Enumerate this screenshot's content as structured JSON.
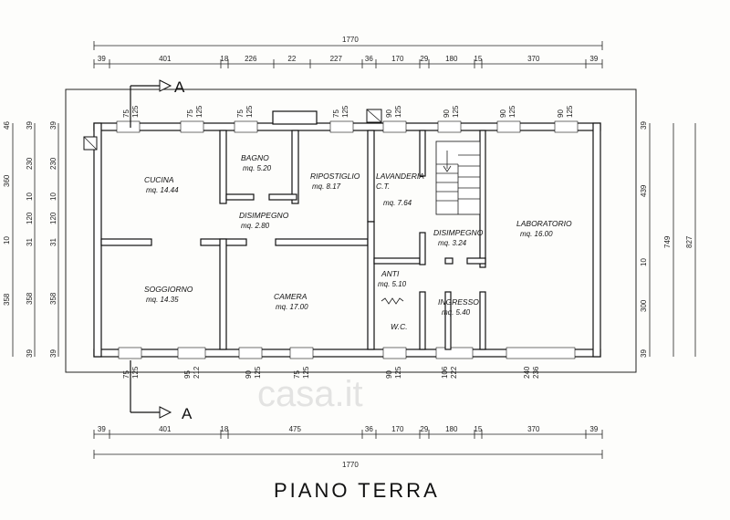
{
  "title": "PIANO TERRA",
  "section_label": "A",
  "watermark": "casa.it",
  "top": {
    "total": "1770",
    "segments": [
      "39",
      "401",
      "18",
      "226",
      "22",
      "227",
      "36",
      "170",
      "29",
      "180",
      "15",
      "370",
      "39"
    ]
  },
  "bottom": {
    "total": "1770",
    "segments": [
      "39",
      "401",
      "18",
      "475",
      "36",
      "170",
      "29",
      "180",
      "15",
      "370",
      "39"
    ]
  },
  "left": {
    "outer": [
      "46",
      "360",
      "10",
      "358"
    ],
    "inner": [
      "39",
      "230",
      "10",
      "120",
      "31",
      "358",
      "39"
    ]
  },
  "right": {
    "outer": [
      "827"
    ],
    "mid": [
      "749"
    ],
    "inner": [
      "39",
      "439",
      "10",
      "300",
      "39"
    ]
  },
  "openings_top": [
    "75",
    "125",
    "75",
    "125",
    "75",
    "125",
    "75",
    "125",
    "90",
    "125",
    "90",
    "125",
    "90",
    "125",
    "90",
    "125"
  ],
  "openings_bottom": [
    "75",
    "125",
    "95",
    "212",
    "90",
    "125",
    "75",
    "125",
    "90",
    "125",
    "106",
    "222",
    "240",
    "236"
  ],
  "rooms": [
    {
      "name": "CUCINA",
      "area": "mq. 14.44"
    },
    {
      "name": "BAGNO",
      "area": "mq. 5.20"
    },
    {
      "name": "RIPOSTIGLIO",
      "area": "mq. 8.17"
    },
    {
      "name": "LAVANDERIA",
      "sub": "C.T.",
      "area": "mq. 7.64"
    },
    {
      "name": "DISIMPEGNO",
      "area": "mq. 2.80"
    },
    {
      "name": "DISIMPEGNO",
      "area": "mq. 3.24"
    },
    {
      "name": "LABORATORIO",
      "area": "mq. 16.00"
    },
    {
      "name": "SOGGIORNO",
      "area": "mq. 14.35"
    },
    {
      "name": "CAMERA",
      "area": "mq. 17.00"
    },
    {
      "name": "ANTI",
      "area": "mq. 5.10"
    },
    {
      "name": "W.C."
    },
    {
      "name": "INGRESSO",
      "area": "mq. 5.40"
    }
  ]
}
